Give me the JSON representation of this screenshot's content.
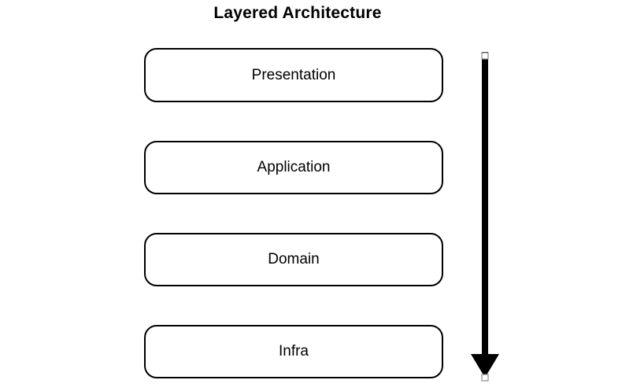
{
  "title": "Layered Architecture",
  "layers": [
    {
      "label": "Presentation"
    },
    {
      "label": "Application"
    },
    {
      "label": "Domain"
    },
    {
      "label": "Infra"
    }
  ],
  "arrow": {
    "direction": "down",
    "name": "dependency-direction-arrow"
  },
  "colors": {
    "background": "#ffffff",
    "box_fill": "#ffffff",
    "box_border": "#000000",
    "arrow": "#000000",
    "handle_fill": "#ffffff",
    "handle_border": "#8a8a8a",
    "text": "#000000"
  }
}
